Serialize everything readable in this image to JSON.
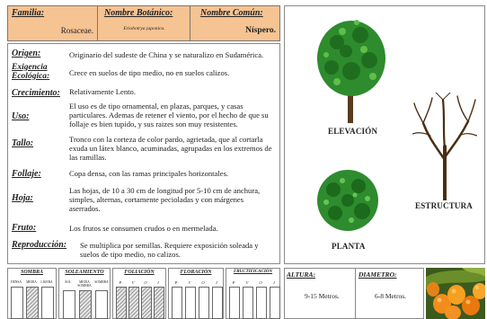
{
  "header": {
    "familia_label": "Familia:",
    "familia_value": "Rosaceae.",
    "botanico_label": "Nombre Botánico:",
    "botanico_value": "Eriobotrya japonica.",
    "comun_label": "Nombre Común:",
    "comun_value": "Níspero."
  },
  "info": [
    {
      "label": "Origen:",
      "text": "Originario del sudeste de China y se naturalizo en Sudamérica."
    },
    {
      "label": "Exigencia Ecológica:",
      "text": "Crece en suelos de tipo medio, no en suelos calizos."
    },
    {
      "label": "Crecimiento:",
      "text": "Relativamente Lento."
    },
    {
      "label": "Uso:",
      "text": "El uso es de tipo ornamental, en plazas, parques, y casas particulares. Ademas de retener el viento, por el hecho de que su follaje es bien tupido, y sus raizes son muy resistentes."
    },
    {
      "label": "Tallo:",
      "text": "Tronco con la corteza de color pardo, agrietada, que al cortarla exuda un látex blanco, acuminadas, agrupadas en los extremos de las ramillas."
    },
    {
      "label": "Follaje:",
      "text": "Copa densa, con las ramas principales horizontales."
    },
    {
      "label": "Hoja:",
      "text": "Las hojas, de 10 a 30 cm de longitud por 5-10 cm de anchura, simples, alternas, cortamente pecioladas y con márgenes aserrados."
    },
    {
      "label": "Fruto:",
      "text": "Los frutos se consumen crudos o en mermelada."
    },
    {
      "label": "Reproducción:",
      "text": "Se multiplica por semillas. Requiere exposición soleada y suelos de tipo medio, no calizos."
    }
  ],
  "captions": {
    "elevacion": "ELEVACIÓN",
    "estructura": "ESTRUCTURA",
    "planta": "PLANTA"
  },
  "bottom": {
    "sombra": {
      "title": "SOMBRA",
      "subs": [
        "DENSA",
        "MEDIA",
        "LIGERA"
      ]
    },
    "soleamiento": {
      "title": "SOLEAMIENTO",
      "subs": [
        "SOL",
        "MEDIA SOMBRA",
        "SOMBRA"
      ]
    },
    "foliacion": {
      "title": "FOLIACIÓN",
      "subs": [
        "P",
        "V",
        "O",
        "I"
      ]
    },
    "floracion": {
      "title": "FLORACIÓN",
      "subs": [
        "P",
        "V",
        "O",
        "I"
      ]
    },
    "fructificacion": {
      "title": "FRUCTIFICACIÓN",
      "subs": [
        "P",
        "V",
        "O",
        "I"
      ]
    },
    "altura": {
      "label": "ALTURA:",
      "value": "9-15 Metros."
    },
    "diametro": {
      "label": "DIAMETRO:",
      "value": "6-8 Metros."
    }
  },
  "colors": {
    "header_bg": "#f6c392",
    "foliage": "#2e8b2e",
    "fruit": "#f28c1a"
  }
}
